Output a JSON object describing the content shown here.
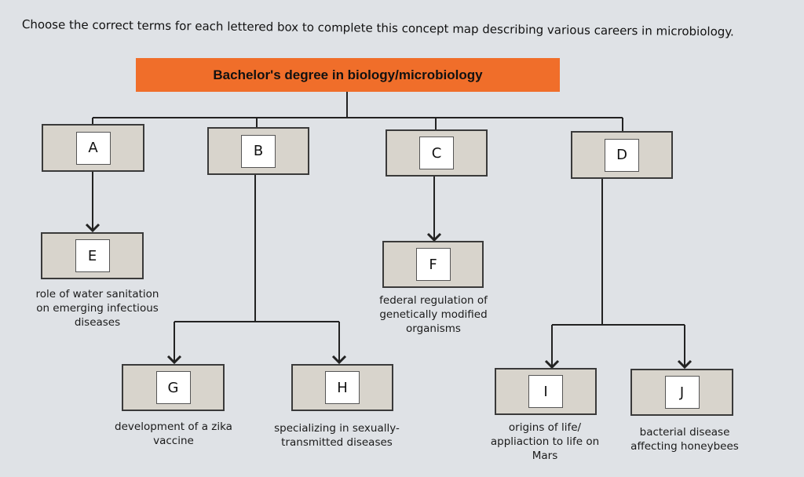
{
  "instruction": "Choose the correct terms for each lettered box to complete this concept map describing various careers in microbiology.",
  "root_label": "Bachelor's degree in biology/microbiology",
  "boxes": {
    "A": "A",
    "B": "B",
    "C": "C",
    "D": "D",
    "E": "E",
    "F": "F",
    "G": "G",
    "H": "H",
    "I": "I",
    "J": "J"
  },
  "descriptions": {
    "E": "role of water sanitation\non emerging infectious\ndiseases",
    "F": "federal regulation of\ngenetically modified\norganisms",
    "G": "development of a zika\nvaccine",
    "H": "specializing in sexually-\ntransmitted diseases",
    "I": "origins of life/\nappliaction to life on\nMars",
    "J": "bacterial disease\naffecting honeybees"
  },
  "colors": {
    "root_fill": "#f06e2a",
    "box_fill": "#d8d4cc",
    "background": "#dfe2e6"
  }
}
